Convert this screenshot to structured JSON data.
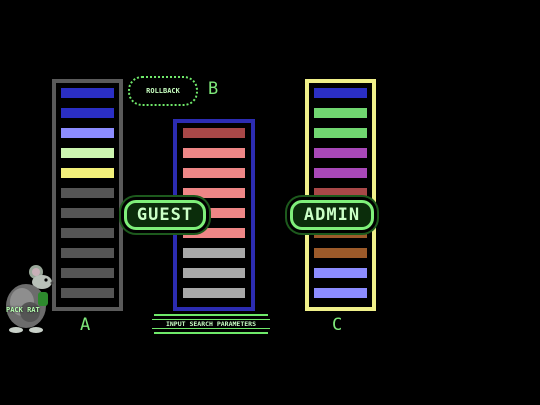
{
  "columns": {
    "a": {
      "letter": "A",
      "border_color": "#5a5a5a",
      "bars": [
        "#2b2fc4",
        "#2b2fc4",
        "#8c8cff",
        "#ccf5b0",
        "#f2f07a",
        "#555555",
        "#555555",
        "#555555",
        "#555555",
        "#555555",
        "#555555"
      ]
    },
    "b": {
      "letter": "B",
      "border_color": "#2c2cb2",
      "bars": [
        "#a84848",
        "#ee8686",
        "#ee8686",
        "#ee8686",
        "#ee8686",
        "#ee8686",
        "#a8a8a8",
        "#a8a8a8",
        "#a8a8a8"
      ]
    },
    "c": {
      "letter": "C",
      "border_color": "#f0f08a",
      "bars": [
        "#2b2fc4",
        "#70d670",
        "#70d670",
        "#a848b8",
        "#a848b8",
        "#a84848",
        "#a84848",
        "#9c5a2a",
        "#9c5a2a",
        "#8c8cff",
        "#8c8cff"
      ]
    }
  },
  "buttons": {
    "rollback": "ROLLBACK",
    "guest": "GUEST",
    "admin": "ADMIN",
    "search_params": "INPUT SEARCH PARAMETERS"
  },
  "mascot": {
    "label": "PACK RAT",
    "icon": "rat-icon"
  },
  "colors": {
    "background": "#000000",
    "accent_green": "#7ff07a"
  }
}
